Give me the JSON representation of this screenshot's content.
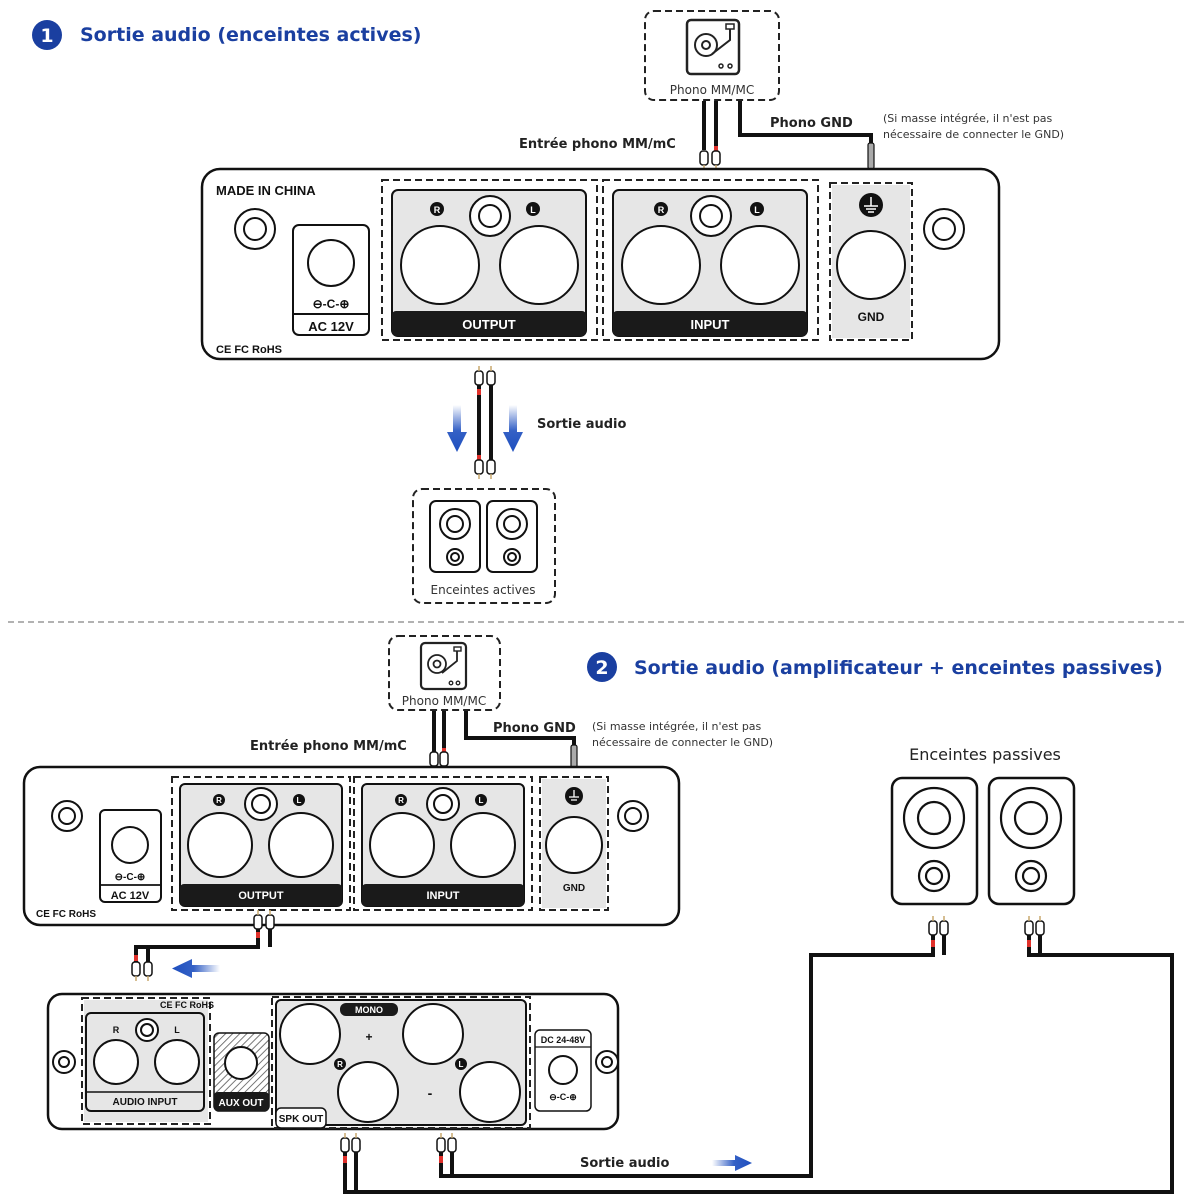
{
  "section1": {
    "number": "1",
    "title": "Sortie audio (enceintes actives)",
    "turntable_label": "Phono MM/MC",
    "phono_input_label": "Entrée phono MM/mC",
    "phono_gnd_label": "Phono GND",
    "gnd_note_line1": "(Si masse intégrée, il n'est pas",
    "gnd_note_line2": "nécessaire de connecter le GND)",
    "audio_out_label": "Sortie audio",
    "speakers_label": "Enceintes actives",
    "preamp": {
      "made_in": "MADE IN CHINA",
      "power_label": "AC 12V",
      "power_polarity": "⊖-C-⊕",
      "certifications": "CE FC RoHS",
      "output_label": "OUTPUT",
      "input_label": "INPUT",
      "gnd_label": "GND",
      "r_badge": "R",
      "l_badge": "L"
    }
  },
  "section2": {
    "number": "2",
    "title": "Sortie audio (amplificateur + enceintes passives)",
    "turntable_label": "Phono MM/MC",
    "phono_input_label": "Entrée phono MM/mC",
    "phono_gnd_label": "Phono GND",
    "gnd_note_line1": "(Si masse intégrée, il n'est pas",
    "gnd_note_line2": "nécessaire de connecter le GND)",
    "speakers_label": "Enceintes passives",
    "audio_out_label": "Sortie audio",
    "preamp": {
      "power_label": "AC 12V",
      "certifications": "CE FC RoHS",
      "output_label": "OUTPUT",
      "input_label": "INPUT",
      "gnd_label": "GND",
      "r_badge": "R",
      "l_badge": "L"
    },
    "amplifier": {
      "certifications": "CE FC RoHS",
      "audio_input_label": "AUDIO INPUT",
      "aux_out_label": "AUX OUT",
      "spk_out_label": "SPK OUT",
      "mono_label": "MONO",
      "plus": "+",
      "minus": "-",
      "r_label": "R",
      "l_label": "L",
      "power_label": "DC 24-48V"
    }
  },
  "colors": {
    "accent_blue": "#1a3fa0",
    "arrow_blue": "#1e4fbf",
    "cable_red": "#e0302a",
    "panel_gray": "#e6e6e6"
  }
}
